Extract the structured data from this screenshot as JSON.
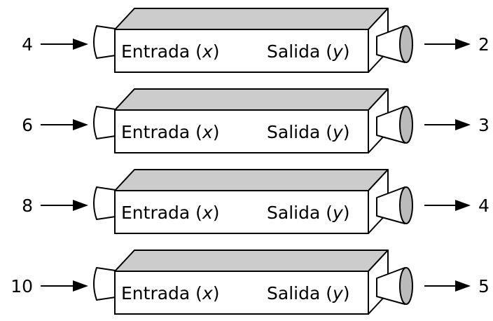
{
  "machine": {
    "input_word": "Entrada",
    "input_var": "x",
    "output_word": "Salida",
    "output_var": "y"
  },
  "rows": [
    {
      "input": "4",
      "output": "2"
    },
    {
      "input": "6",
      "output": "3"
    },
    {
      "input": "8",
      "output": "4"
    },
    {
      "input": "10",
      "output": "5"
    }
  ],
  "colors": {
    "box_top": "#cccccc",
    "stroke": "#000000",
    "face": "#ffffff"
  }
}
